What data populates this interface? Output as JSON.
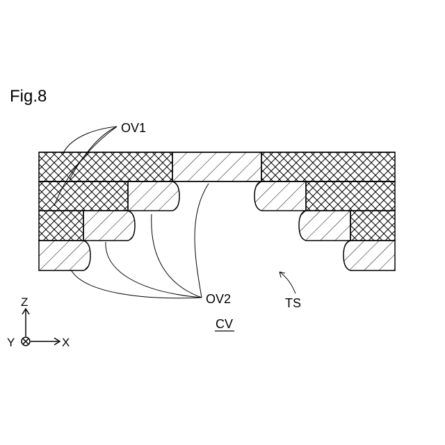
{
  "figure": {
    "title": "Fig.8",
    "labels": {
      "ov1": "OV1",
      "ov2": "OV2",
      "ts": "TS",
      "cv": "CV"
    },
    "axes": {
      "z": "Z",
      "y": "Y",
      "x": "X"
    }
  },
  "colors": {
    "line": "#000000",
    "background": "#ffffff"
  }
}
